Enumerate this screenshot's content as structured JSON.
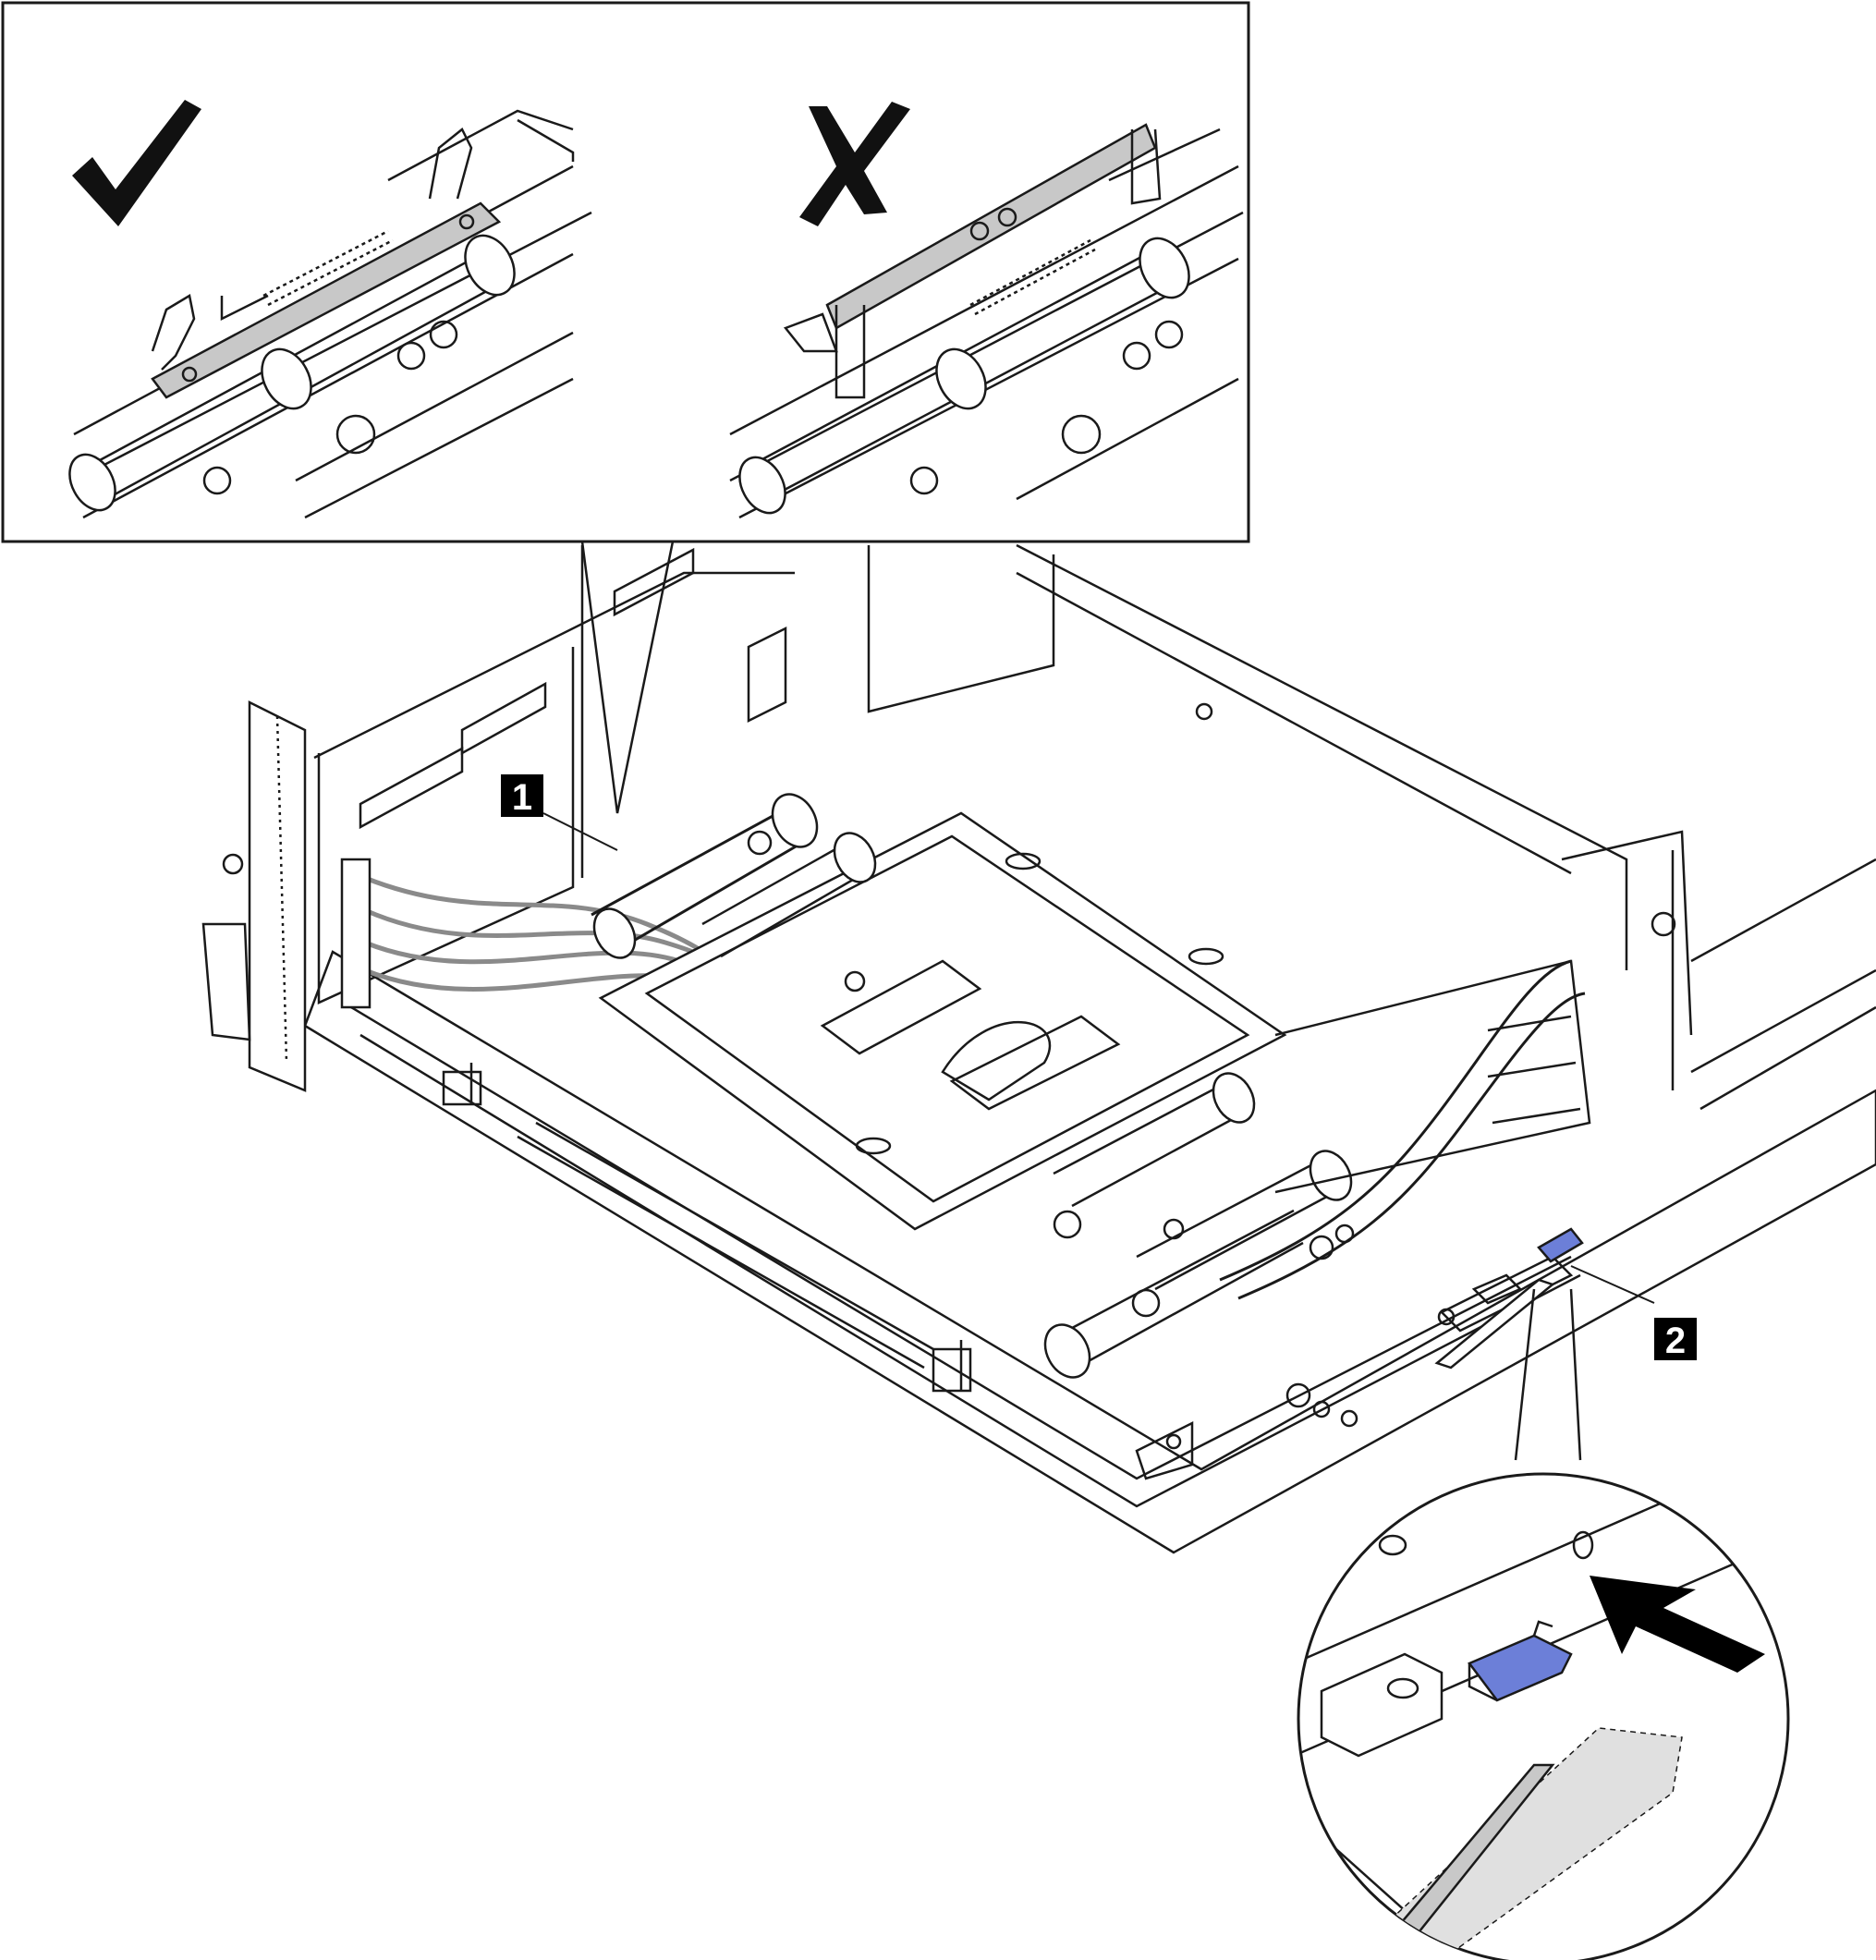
{
  "callouts": [
    {
      "id": "callout-1",
      "label": "1"
    },
    {
      "id": "callout-2",
      "label": "2"
    }
  ],
  "inset_top": {
    "correct_icon": "checkmark-icon",
    "incorrect_icon": "cross-mark-icon"
  },
  "colors": {
    "line": "#1a1a1a",
    "handle_gray": "#c8c8c8",
    "latch_blue": "#6c7fd8",
    "callout_bg": "#000000",
    "background": "#ffffff"
  }
}
